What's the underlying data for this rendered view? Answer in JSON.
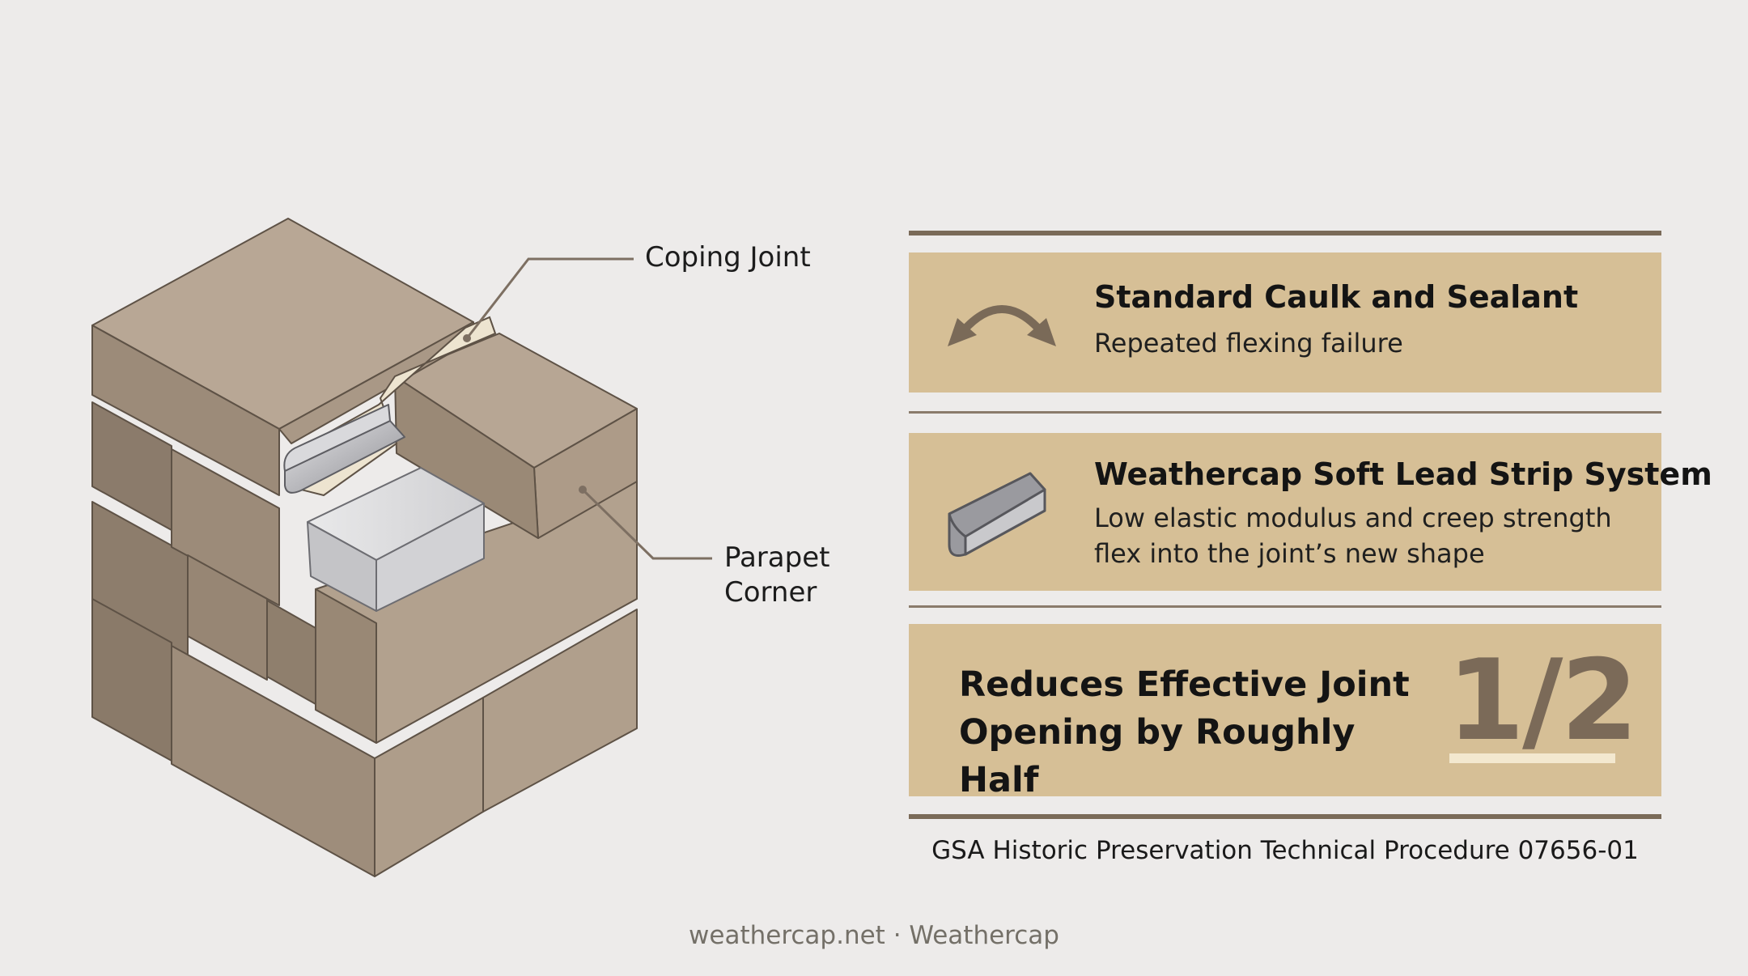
{
  "diagram": {
    "callouts": {
      "coping_joint": "Coping Joint",
      "parapet_corner": "Parapet Corner"
    }
  },
  "panels": [
    {
      "icon": "flex-arrows-icon",
      "title": "Standard Caulk and Sealant",
      "subtitle": "Repeated flexing failure"
    },
    {
      "icon": "lead-strip-icon",
      "title": "Weathercap Soft Lead Strip System",
      "subtitle_lines": [
        "Low elastic modulus and creep strength",
        "flex into the joint’s new shape"
      ]
    },
    {
      "claim": "Reduces Effective Joint Opening by Roughly Half",
      "figure": "1/2"
    }
  ],
  "source": "GSA Historic Preservation Technical Procedure 07656-01",
  "footer": "weathercap.net · Weathercap",
  "colors": {
    "background": "#edebea",
    "panel": "#d6bf96",
    "rule": "#7a6a58",
    "accent": "#7b6a58",
    "stone": "#a89683"
  }
}
